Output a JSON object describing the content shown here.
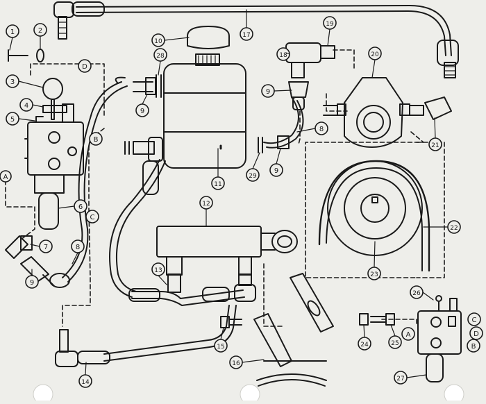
{
  "diagram": {
    "subject": "hydraulic-system-exploded-parts-view",
    "part_callouts": [
      "1",
      "2",
      "3",
      "4",
      "5",
      "6",
      "7",
      "8",
      "9",
      "10",
      "11",
      "12",
      "13",
      "14",
      "15",
      "16",
      "17",
      "18",
      "19",
      "20",
      "21",
      "22",
      "23",
      "24",
      "25",
      "26",
      "27",
      "28",
      "29"
    ],
    "connection_letters": [
      "A",
      "B",
      "C",
      "D"
    ],
    "colors": {
      "paper": "#eeeeea",
      "ink": "#1a1a1a"
    }
  }
}
